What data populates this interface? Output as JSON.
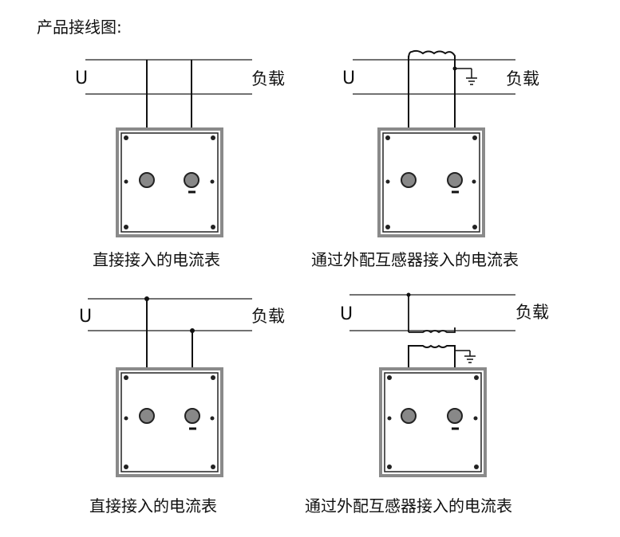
{
  "title": "产品接线图:",
  "panels": [
    {
      "voltage_label": "U",
      "load_label": "负载",
      "caption": "直接接入的电流表",
      "mode": "direct-top"
    },
    {
      "voltage_label": "U",
      "load_label": "负载",
      "caption": "通过外配互感器接入的电流表",
      "mode": "ct-top"
    },
    {
      "voltage_label": "U",
      "load_label": "负载",
      "caption": "直接接入的电流表",
      "mode": "direct-bottom"
    },
    {
      "voltage_label": "U",
      "load_label": "负载",
      "caption": "通过外配互感器接入的电流表",
      "mode": "ct-bottom"
    }
  ],
  "colors": {
    "line": "#444444",
    "wire": "#111111",
    "meter_outer": "#8a8a8a",
    "meter_inner": "#ffffff"
  }
}
